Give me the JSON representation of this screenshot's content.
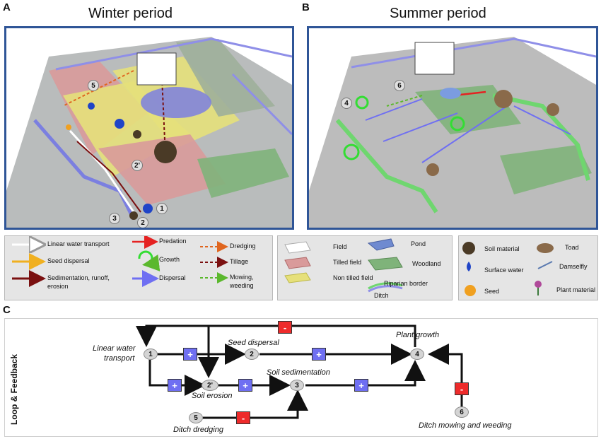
{
  "panels": {
    "a": {
      "letter": "A",
      "title": "Winter period",
      "labels": [
        "5",
        "2'",
        "3",
        "2",
        "1"
      ]
    },
    "b": {
      "letter": "B",
      "title": "Summer period",
      "labels": [
        "6",
        "4"
      ]
    }
  },
  "legend_processes": {
    "linear_water": "Linear water transport",
    "seed_dispersal": "Seed dispersal",
    "sedimentation": "Sedimentation, runoff,",
    "sedimentation2": "erosion",
    "predation": "Predation",
    "growth": "Growth",
    "dispersal": "Dispersal",
    "dredging": "Dredging",
    "tillage": "Tillage",
    "mowing": "Mowing,",
    "mowing2": "weeding"
  },
  "legend_landscape": {
    "field": "Field",
    "tilled": "Tilled field",
    "non_tilled": "Non tilled field",
    "pond": "Pond",
    "woodland": "Woodland",
    "riparian": "Riparian border",
    "ditch": "Ditch"
  },
  "legend_entities": {
    "soil": "Soil material",
    "surface_water": "Surface water",
    "seed": "Seed",
    "toad": "Toad",
    "damselfly": "Damselfly",
    "plant": "Plant material"
  },
  "panel_c": {
    "letter": "C",
    "side_label": "Loop & Feedback",
    "nodes": {
      "n1": "1",
      "n2": "2",
      "n2p": "2'",
      "n3": "3",
      "n4": "4",
      "n5": "5",
      "n6": "6"
    },
    "labels": {
      "linear_water": "Linear water",
      "transport": "transport",
      "seed_dispersal": "Seed dispersal",
      "plant_growth": "Plant growth",
      "soil_sedimentation": "Soil sedimentation",
      "soil_erosion": "Soil erosion",
      "ditch_dredging": "Ditch dredging",
      "ditch_mowing": "Ditch mowing and weeding"
    },
    "signs": {
      "plus": "+",
      "minus": "-"
    }
  },
  "colors": {
    "frame": "#2f5597",
    "tilled": "#d99a9a",
    "non_tilled": "#e6e07a",
    "woodland": "#7fb37a",
    "pond": "#7b7fe0",
    "plus": "#6f6ff2",
    "minus": "#ee2b2b"
  }
}
